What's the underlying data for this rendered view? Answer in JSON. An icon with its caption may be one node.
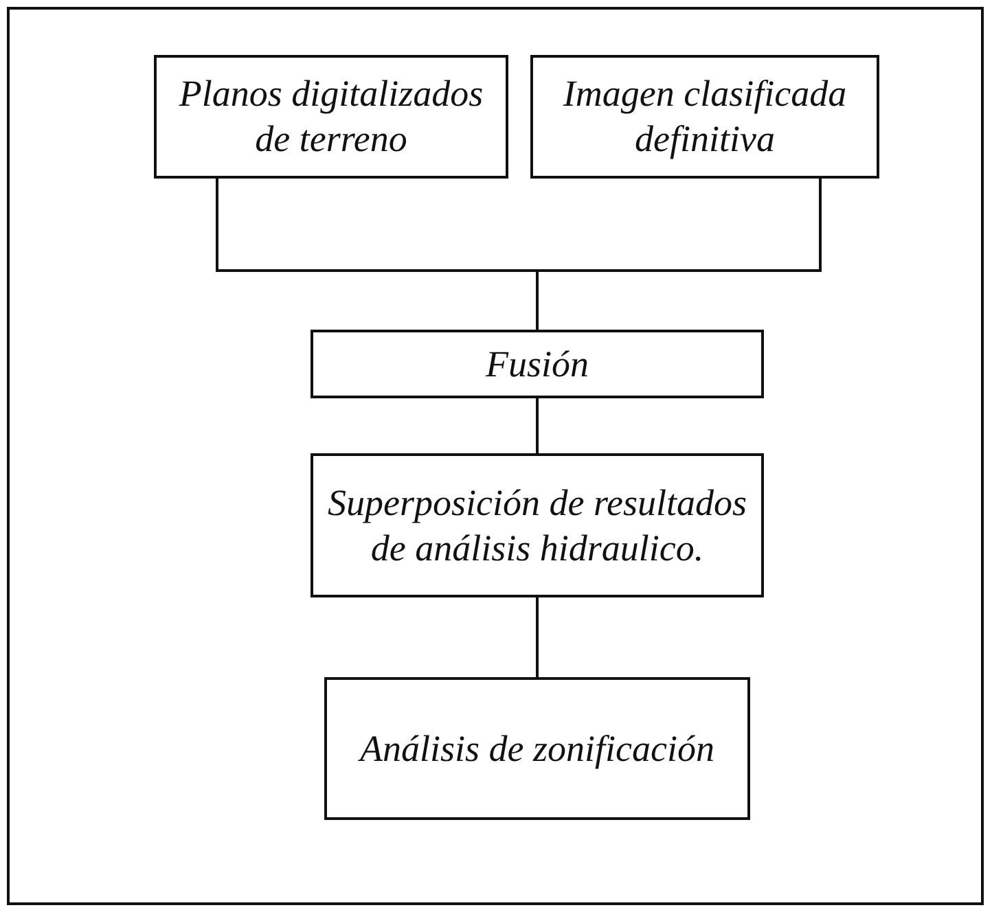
{
  "diagram": {
    "nodes": [
      {
        "text": [
          "Planos digitalizados de terreno"
        ]
      },
      {
        "text": [
          "Imagen clasificada definitiva"
        ]
      },
      {
        "text": [
          "Fusión"
        ]
      },
      {
        "text": [
          "Superposición de resultados de análisis hidraulico."
        ]
      },
      {
        "text": [
          "Análisis de zonificación"
        ]
      }
    ],
    "edges": [
      {
        "from": 0,
        "to": 2,
        "arrow": "none"
      },
      {
        "from": 1,
        "to": 2,
        "arrow": "none"
      },
      {
        "from": 2,
        "to": 3,
        "arrow": "none"
      },
      {
        "from": 3,
        "to": 4,
        "arrow": "none"
      }
    ]
  }
}
